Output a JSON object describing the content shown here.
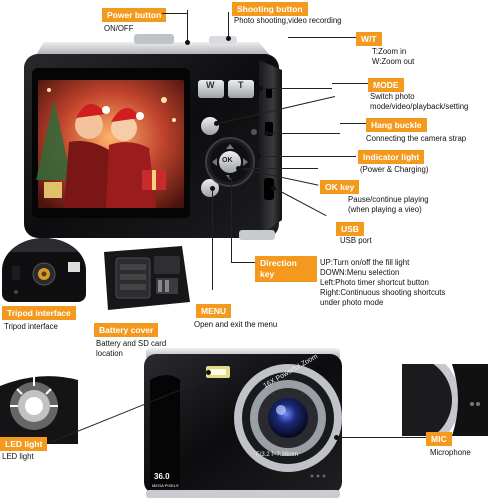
{
  "labels": {
    "power": {
      "title": "Power button",
      "desc": "ON/OFF"
    },
    "shooting": {
      "title": "Shooting button",
      "desc": "Photo shooting,video recording"
    },
    "wt": {
      "title": "W/T",
      "desc_1": "T:Zoom in",
      "desc_2": "W:Zoom out"
    },
    "mode": {
      "title": "MODE",
      "desc_1": "Switch photo",
      "desc_2": "mode/video/playback/setting"
    },
    "hang": {
      "title": "Hang buckle",
      "desc": "Connecting the camera strap"
    },
    "indicator": {
      "title": "Indicator light",
      "desc": "(Power & Charging)"
    },
    "ok": {
      "title": "OK key",
      "desc_1": "Pause/continue playing",
      "desc_2": "(when playing a vieo)"
    },
    "usb": {
      "title": "USB",
      "desc": "USB port"
    },
    "direction": {
      "title_1": "Direction",
      "title_2": "key",
      "desc_1": "UP:Turn on/off the fill light",
      "desc_2": "DOWN:Menu selection",
      "desc_3": "Left:Photo timer shortcut button",
      "desc_4": "Right:Continuous shooting shortcuts",
      "desc_5": "under photo mode"
    },
    "menu": {
      "title": "MENU",
      "desc": "Open and exit the menu"
    },
    "tripod": {
      "title": "Tripod interface",
      "desc": "Tripod interface"
    },
    "battery": {
      "title": "Battery cover",
      "desc_1": "Battery and SD card",
      "desc_2": "location"
    },
    "led": {
      "title": "LED light",
      "desc": "LED light"
    },
    "mic": {
      "title": "MIC",
      "desc": "Microphone"
    }
  },
  "camera_text": {
    "w_button": "W",
    "t_button": "T",
    "ok_button": "OK",
    "lens_ring": "16X Powerful Zoom",
    "lens_spec": "F/3.2  f=7.36mm",
    "megapixels": "36.0",
    "megapixels_unit": "MEGA PIXELS"
  },
  "colors": {
    "accent": "#f39a1e",
    "camera_body": "#0e0e10",
    "silver": "#c9ccd1"
  }
}
